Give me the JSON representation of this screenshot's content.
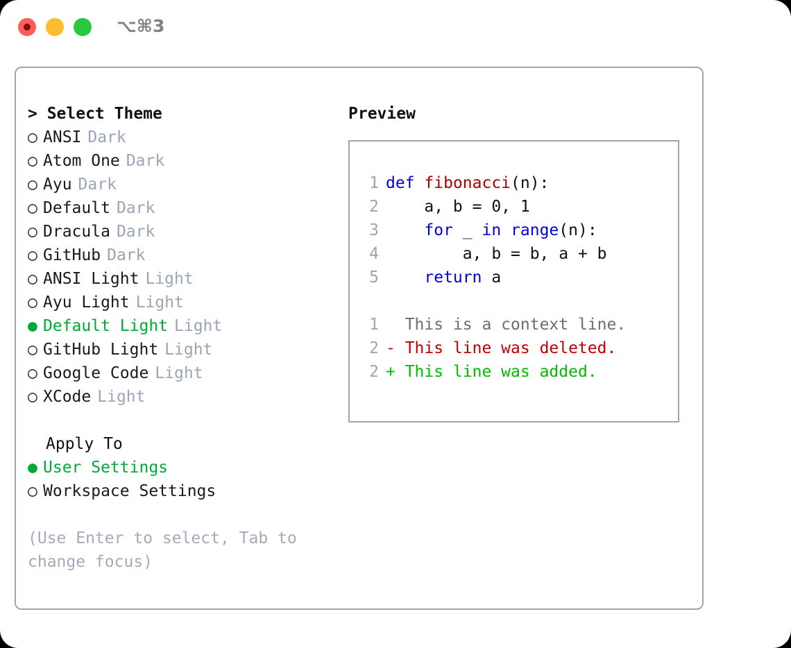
{
  "window": {
    "shortcut": "⌥⌘3",
    "traffic_lights": [
      {
        "name": "close",
        "color": "#ff5f56"
      },
      {
        "name": "minimize",
        "color": "#ffbd2e"
      },
      {
        "name": "maximize",
        "color": "#27c93f"
      }
    ]
  },
  "colors": {
    "accent_green": "#00a838",
    "muted": "#9aa5b5",
    "hint": "#a3abb9",
    "keyword": "#0000dd",
    "function": "#aa0000",
    "diff_add": "#00bb00",
    "diff_del": "#c00000",
    "border": "#9aa5b5"
  },
  "theme_panel": {
    "heading": "> Select Theme",
    "items": [
      {
        "bullet": "○",
        "label": "ANSI",
        "tag": "Dark",
        "selected": false
      },
      {
        "bullet": "○",
        "label": "Atom One",
        "tag": "Dark",
        "selected": false
      },
      {
        "bullet": "○",
        "label": "Ayu",
        "tag": "Dark",
        "selected": false
      },
      {
        "bullet": "○",
        "label": "Default",
        "tag": "Dark",
        "selected": false
      },
      {
        "bullet": "○",
        "label": "Dracula",
        "tag": "Dark",
        "selected": false
      },
      {
        "bullet": "○",
        "label": "GitHub",
        "tag": "Dark",
        "selected": false
      },
      {
        "bullet": "○",
        "label": "ANSI Light",
        "tag": "Light",
        "selected": false
      },
      {
        "bullet": "○",
        "label": "Ayu Light",
        "tag": "Light",
        "selected": false
      },
      {
        "bullet": "●",
        "label": "Default Light",
        "tag": "Light",
        "selected": true
      },
      {
        "bullet": "○",
        "label": "GitHub Light",
        "tag": "Light",
        "selected": false
      },
      {
        "bullet": "○",
        "label": "Google Code",
        "tag": "Light",
        "selected": false
      },
      {
        "bullet": "○",
        "label": "XCode",
        "tag": "Light",
        "selected": false
      }
    ]
  },
  "apply_to": {
    "heading": "Apply To",
    "items": [
      {
        "bullet": "●",
        "label": "User Settings",
        "selected": true
      },
      {
        "bullet": "○",
        "label": "Workspace Settings",
        "selected": false
      }
    ]
  },
  "hint": "(Use Enter to select, Tab to change focus)",
  "preview": {
    "heading": "Preview",
    "code_lines": [
      {
        "no": "1",
        "parts": [
          {
            "t": "def ",
            "c": "kw"
          },
          {
            "t": "fibonacci",
            "c": "fn"
          },
          {
            "t": "(n):",
            "c": "pl"
          }
        ]
      },
      {
        "no": "2",
        "parts": [
          {
            "t": "    a, b = 0, 1",
            "c": "pl"
          }
        ]
      },
      {
        "no": "3",
        "parts": [
          {
            "t": "    ",
            "c": "pl"
          },
          {
            "t": "for",
            "c": "kw"
          },
          {
            "t": " _ ",
            "c": "pl"
          },
          {
            "t": "in",
            "c": "kw"
          },
          {
            "t": " ",
            "c": "pl"
          },
          {
            "t": "range",
            "c": "kw"
          },
          {
            "t": "(n):",
            "c": "pl"
          }
        ]
      },
      {
        "no": "4",
        "parts": [
          {
            "t": "        a, b = b, a + b",
            "c": "pl"
          }
        ]
      },
      {
        "no": "5",
        "parts": [
          {
            "t": "    ",
            "c": "pl"
          },
          {
            "t": "return",
            "c": "kw"
          },
          {
            "t": " a",
            "c": "pl"
          }
        ]
      }
    ],
    "diff_lines": [
      {
        "no": "1",
        "marker": "  ",
        "text": "This is a context line.",
        "kind": "ctx"
      },
      {
        "no": "2",
        "marker": "- ",
        "text": "This line was deleted.",
        "kind": "del"
      },
      {
        "no": "2",
        "marker": "+ ",
        "text": "This line was added.",
        "kind": "add"
      }
    ]
  }
}
